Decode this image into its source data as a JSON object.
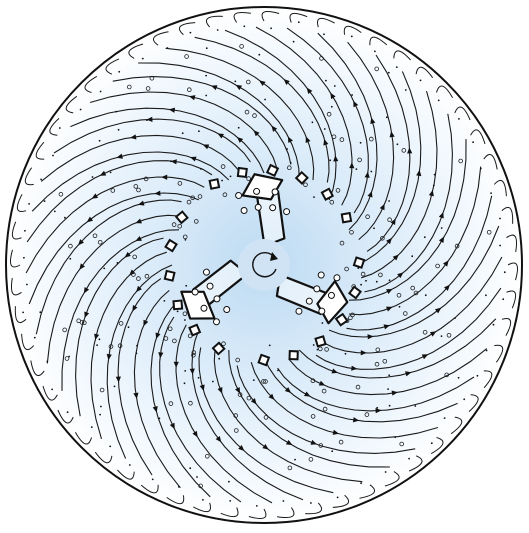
{
  "diagram": {
    "subject": "bit-face-hydraulics-flow-pattern",
    "blade_count": 3,
    "flow_lines_count": 48,
    "colors": {
      "outline": "#111111",
      "stroke": "#1a1a1a",
      "center_fill": "#bcdaf2",
      "mid_fill": "#e3f0fb",
      "edge_fill": "#ffffff",
      "cutter_fill": "#ffffff"
    }
  }
}
